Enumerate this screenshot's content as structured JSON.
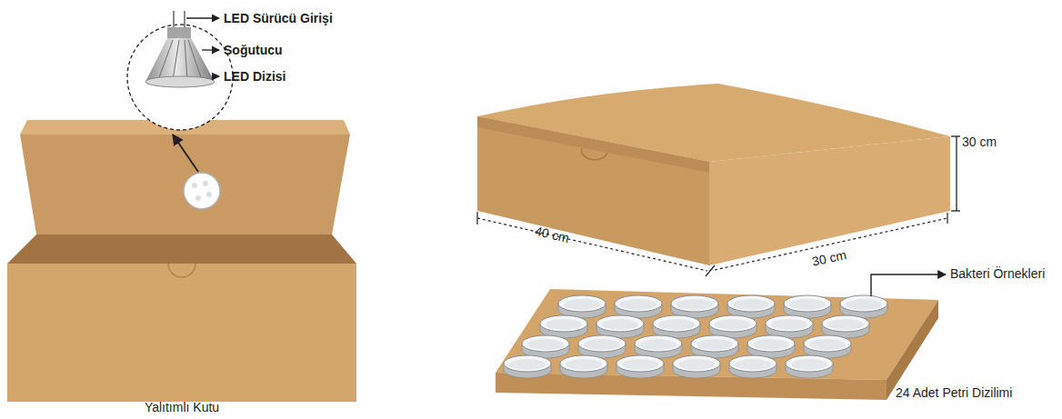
{
  "diagram": {
    "labels": [
      "LED Sürücü Girişi",
      "Soğutucu",
      "LED Dizisi",
      "Yalıtımlı Kutu",
      "30 cm",
      "40 cm",
      "30 cm",
      "Bakteri Örnekleri",
      "24 Adet Petri Dizilimi"
    ]
  }
}
